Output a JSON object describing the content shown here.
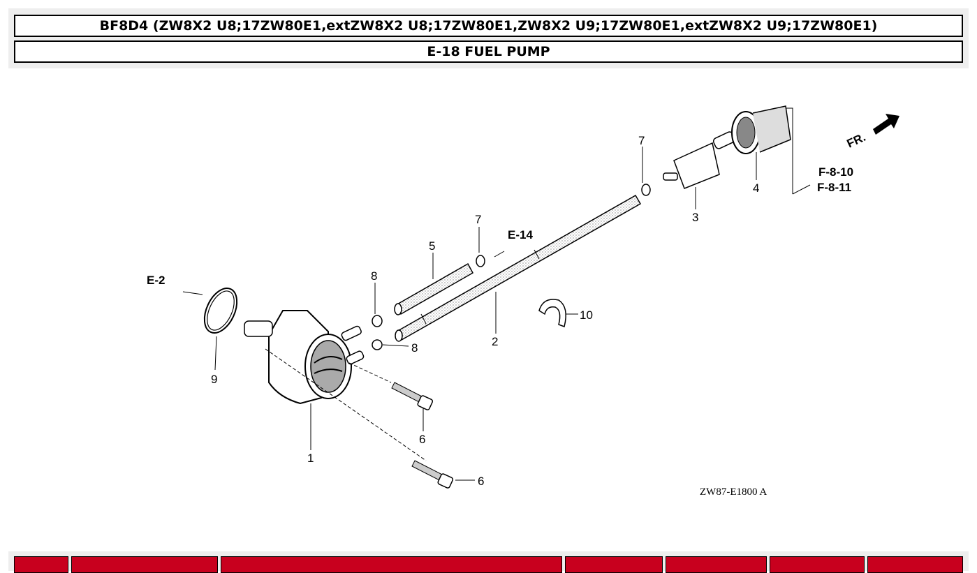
{
  "header": {
    "model_title": "BF8D4 (ZW8X2 U8;17ZW80E1,extZW8X2 U8;17ZW80E1,ZW8X2 U9;17ZW80E1,extZW8X2 U9;17ZW80E1)",
    "section_title": "E-18 FUEL PUMP"
  },
  "diagram": {
    "refs": {
      "e2": "E-2",
      "e14": "E-14",
      "f810": "F-8-10",
      "f811": "F-8-11",
      "fr": "FR."
    },
    "callouts": {
      "c1": "1",
      "c2": "2",
      "c3": "3",
      "c4": "4",
      "c5": "5",
      "c6a": "6",
      "c6b": "6",
      "c7a": "7",
      "c7b": "7",
      "c8a": "8",
      "c8b": "8",
      "c9": "9",
      "c10": "10"
    },
    "figure_code": "ZW87-E1800 A"
  },
  "footer": {
    "columns": [
      "",
      "",
      "",
      "",
      "",
      "",
      "",
      ""
    ]
  },
  "colors": {
    "footer_red": "#c8001e",
    "header_bg": "#eeeeee"
  }
}
